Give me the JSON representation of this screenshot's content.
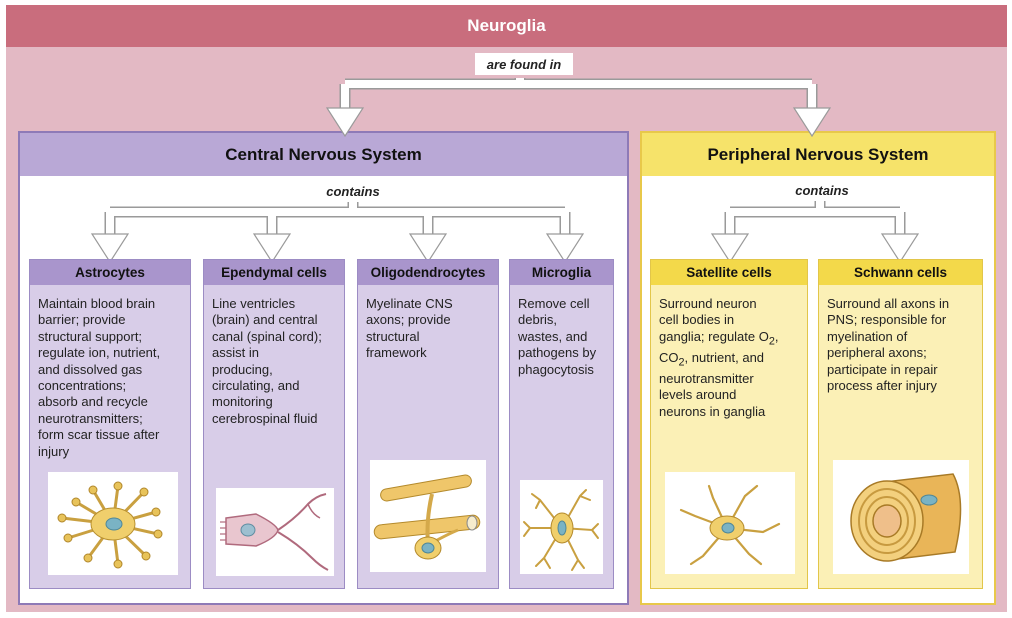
{
  "title": "Neuroglia",
  "top_connector": "are found in",
  "cns": {
    "title": "Central Nervous System",
    "connector": "contains",
    "cells": [
      {
        "name": "Astrocytes",
        "desc": "Maintain blood brain\nbarrier; provide\nstructural support;\nregulate ion, nutrient,\nand dissolved gas\nconcentrations;\nabsorb and recycle\nneurotransmitters;\nform scar tissue after\ninjury"
      },
      {
        "name": "Ependymal cells",
        "desc": "Line ventricles\n(brain) and central\ncanal (spinal cord);\nassist in\nproducing,\ncirculating, and\nmonitoring\ncerebrospinal fluid"
      },
      {
        "name": "Oligodendrocytes",
        "desc": "Myelinate CNS\naxons; provide\nstructural\nframework"
      },
      {
        "name": "Microglia",
        "desc": "Remove cell\ndebris,\nwastes, and\npathogens by\nphagocytosis"
      }
    ]
  },
  "pns": {
    "title": "Peripheral Nervous System",
    "connector": "contains",
    "cells": [
      {
        "name": "Satellite cells",
        "desc_parts": [
          "Surround neuron\ncell bodies in\nganglia; regulate O",
          "2",
          ",\nCO",
          "2",
          ", nutrient, and\nneurotransmitter\nlevels around\nneurons in ganglia"
        ]
      },
      {
        "name": "Schwann cells",
        "desc": "Surround all axons in\nPNS; responsible for\nmyelination of\nperipheral axons;\nparticipate in repair\nprocess after injury"
      }
    ]
  },
  "colors": {
    "top_bar": "#c96d7d",
    "outer_bg": "#e3b9c4",
    "cns_header": "#b9a8d6",
    "cns_column": "#d8cde8",
    "pns_header": "#f6e36a",
    "pns_column": "#fbf0b6"
  },
  "icons": [
    "astrocyte-illustration",
    "ependymal-cell-illustration",
    "oligodendrocyte-illustration",
    "microglia-illustration",
    "satellite-cell-illustration",
    "schwann-cell-illustration"
  ]
}
